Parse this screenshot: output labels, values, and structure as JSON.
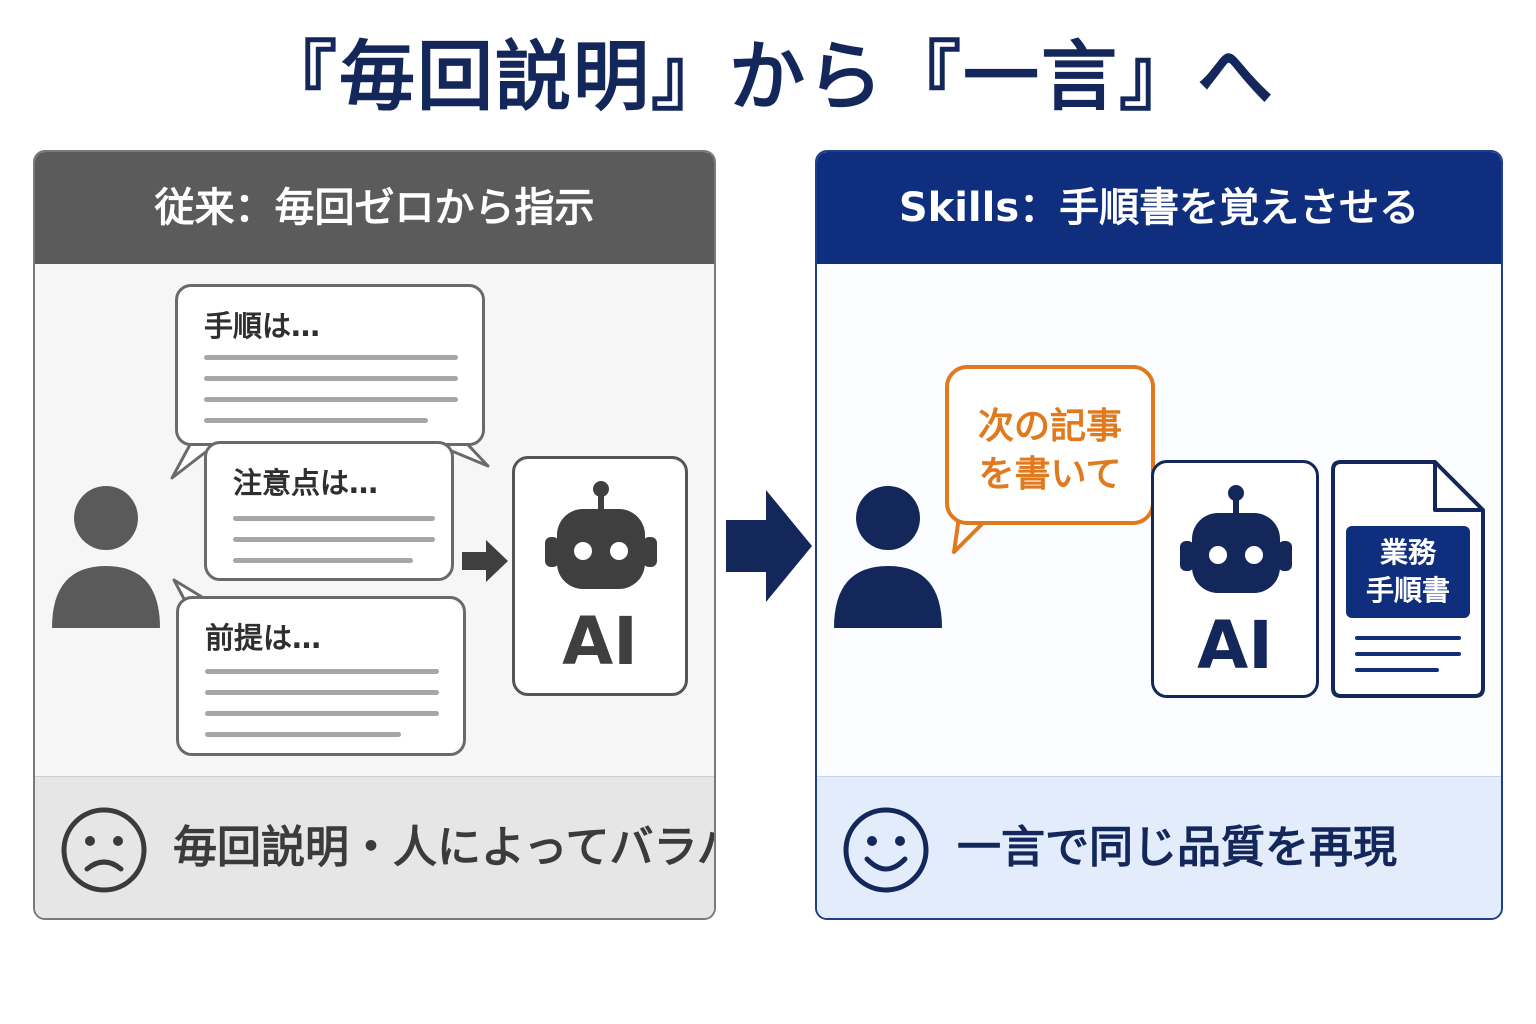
{
  "title": "『毎回説明』から『一言』へ",
  "left_panel": {
    "header": "従来：毎回ゼロから指示",
    "bubbles": [
      {
        "label": "手順は…"
      },
      {
        "label": "注意点は…"
      },
      {
        "label": "前提は…"
      }
    ],
    "ai_label": "AI",
    "footer": "毎回説明・人によってバラバラ",
    "face_icon": "sad-face-icon"
  },
  "right_panel": {
    "header": "Skills：手順書を覚えさせる",
    "request_line1": "次の記事",
    "request_line2": "を書いて",
    "ai_label": "AI",
    "doc_tag_line1": "業務",
    "doc_tag_line2": "手順書",
    "footer": "一言で同じ品質を再現",
    "face_icon": "smile-face-icon"
  },
  "colors": {
    "navy": "#0f2f7e",
    "gray_dark": "#5b5b5b",
    "orange": "#e07a1f"
  }
}
